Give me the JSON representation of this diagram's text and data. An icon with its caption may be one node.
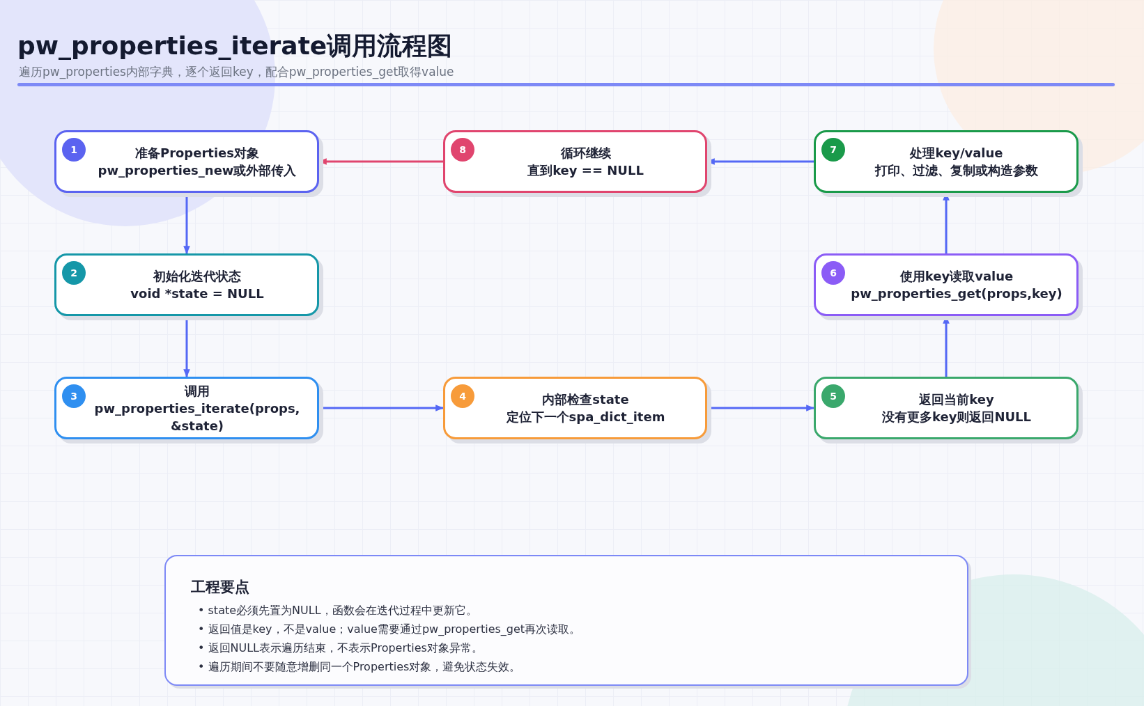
{
  "diagram": {
    "title": "pw_properties_iterate调用流程图",
    "caption": "遍历pw_properties内部字典，逐个返回key，配合pw_properties_get取得value",
    "nodes": [
      {
        "text": [
          "1",
          "准备Properties对象",
          "pw_properties_new或外部传入"
        ]
      },
      {
        "text": [
          "2",
          "初始化迭代状态",
          "void *state = NULL"
        ]
      },
      {
        "text": [
          "3",
          "调用",
          "pw_properties_iterate(props,&state)"
        ]
      },
      {
        "text": [
          "4",
          "内部检查state",
          "定位下一个spa_dict_item"
        ]
      },
      {
        "text": [
          "5",
          "返回当前key",
          "没有更多key则返回NULL"
        ]
      },
      {
        "text": [
          "6",
          "使用key读取value",
          "pw_properties_get(props,key)"
        ]
      },
      {
        "text": [
          "7",
          "处理key/value",
          "打印、过滤、复制或构造参数"
        ]
      },
      {
        "text": [
          "8",
          "循环继续",
          "直到key == NULL"
        ]
      },
      {
        "text": [
          "工程要点",
          "• state必须先置为NULL，函数会在迭代过程中更新它。",
          "• 返回值是key，不是value；value需要通过pw_properties_get再次读取。",
          "• 返回NULL表示遍历结束，不表示Properties对象异常。",
          "• 遍历期间不要随意增删同一个Properties对象，避免状态失效。"
        ]
      }
    ],
    "edges": [
      {
        "from": 0,
        "to": 1,
        "arrow": "to"
      },
      {
        "from": 1,
        "to": 2,
        "arrow": "to"
      },
      {
        "from": 2,
        "to": 3,
        "arrow": "to"
      },
      {
        "from": 3,
        "to": 4,
        "arrow": "to"
      },
      {
        "from": 4,
        "to": 5,
        "arrow": "to"
      },
      {
        "from": 5,
        "to": 6,
        "arrow": "to"
      },
      {
        "from": 6,
        "to": 7,
        "arrow": "to"
      },
      {
        "from": 7,
        "to": 0,
        "arrow": "to",
        "color": "#e0456e"
      }
    ]
  }
}
